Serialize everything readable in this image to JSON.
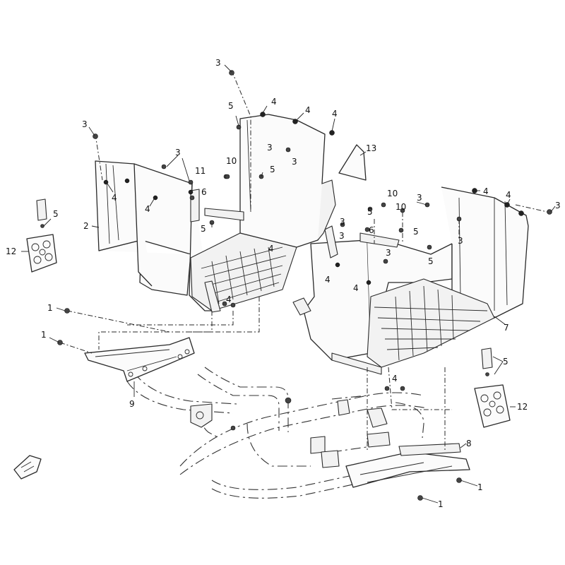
{
  "callouts": [
    {
      "id": "c1a",
      "text": "1"
    },
    {
      "id": "c1b",
      "text": "1"
    },
    {
      "id": "c1c",
      "text": "1"
    },
    {
      "id": "c1d",
      "text": "1"
    },
    {
      "id": "c2",
      "text": "2"
    },
    {
      "id": "c3a",
      "text": "3"
    },
    {
      "id": "c3b",
      "text": "3"
    },
    {
      "id": "c3c",
      "text": "3"
    },
    {
      "id": "c3d",
      "text": "3"
    },
    {
      "id": "c3e",
      "text": "3"
    },
    {
      "id": "c3f",
      "text": "3"
    },
    {
      "id": "c3g",
      "text": "3"
    },
    {
      "id": "c3h",
      "text": "3"
    },
    {
      "id": "c3i",
      "text": "3"
    },
    {
      "id": "c3j",
      "text": "3"
    },
    {
      "id": "c3k",
      "text": "3"
    },
    {
      "id": "c4a",
      "text": "4"
    },
    {
      "id": "c4b",
      "text": "4"
    },
    {
      "id": "c4c",
      "text": "4"
    },
    {
      "id": "c4d",
      "text": "4"
    },
    {
      "id": "c4e",
      "text": "4"
    },
    {
      "id": "c4f",
      "text": "4"
    },
    {
      "id": "c4g",
      "text": "4"
    },
    {
      "id": "c4h",
      "text": "4"
    },
    {
      "id": "c4i",
      "text": "4"
    },
    {
      "id": "c4j",
      "text": "4"
    },
    {
      "id": "c4k",
      "text": "4"
    },
    {
      "id": "c4l",
      "text": "4"
    },
    {
      "id": "c5a",
      "text": "5"
    },
    {
      "id": "c5b",
      "text": "5"
    },
    {
      "id": "c5c",
      "text": "5"
    },
    {
      "id": "c5d",
      "text": "5"
    },
    {
      "id": "c5e",
      "text": "5"
    },
    {
      "id": "c5f",
      "text": "5"
    },
    {
      "id": "c5g",
      "text": "5"
    },
    {
      "id": "c5h",
      "text": "5"
    },
    {
      "id": "c6a",
      "text": "6"
    },
    {
      "id": "c6b",
      "text": "6"
    },
    {
      "id": "c7",
      "text": "7"
    },
    {
      "id": "c8",
      "text": "8"
    },
    {
      "id": "c9",
      "text": "9"
    },
    {
      "id": "c10a",
      "text": "10"
    },
    {
      "id": "c10b",
      "text": "10"
    },
    {
      "id": "c10c",
      "text": "10"
    },
    {
      "id": "c11",
      "text": "11"
    },
    {
      "id": "c12a",
      "text": "12"
    },
    {
      "id": "c12b",
      "text": "12"
    },
    {
      "id": "c13",
      "text": "13"
    }
  ]
}
